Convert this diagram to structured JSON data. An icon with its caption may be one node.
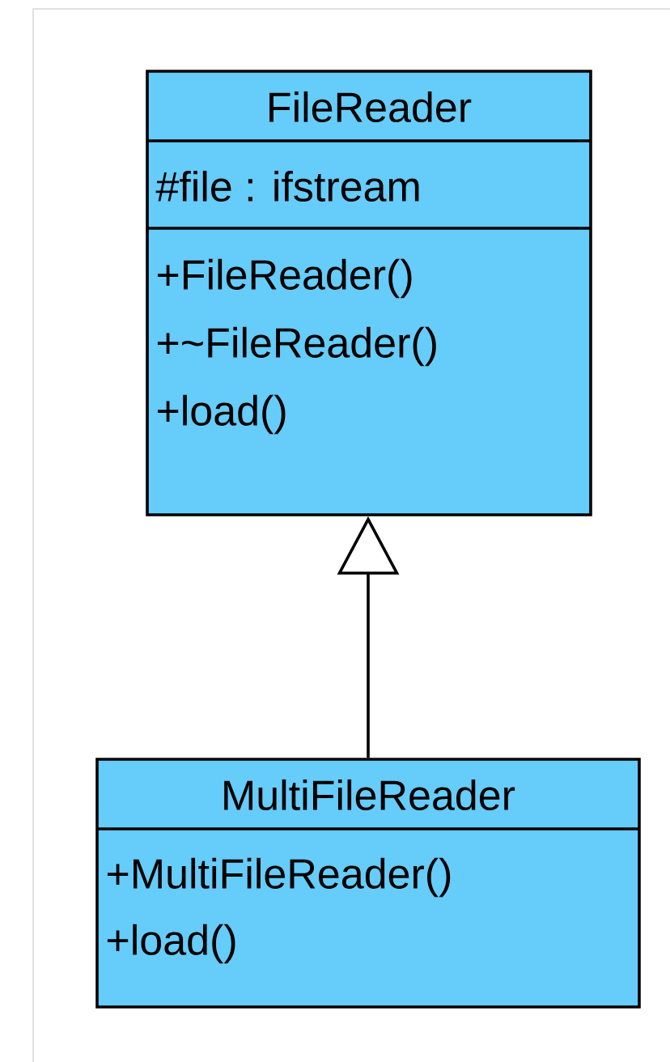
{
  "diagram": {
    "nodes": [
      {
        "text": [
          "FileReader",
          "#file : ifstream",
          "+FileReader()",
          "+~FileReader()",
          "+load()"
        ]
      },
      {
        "text": [
          "MultiFileReader",
          "+MultiFileReader()",
          "+load()"
        ]
      }
    ],
    "edges": [
      {
        "from": 1,
        "to": 0,
        "arrow": "to"
      }
    ]
  }
}
